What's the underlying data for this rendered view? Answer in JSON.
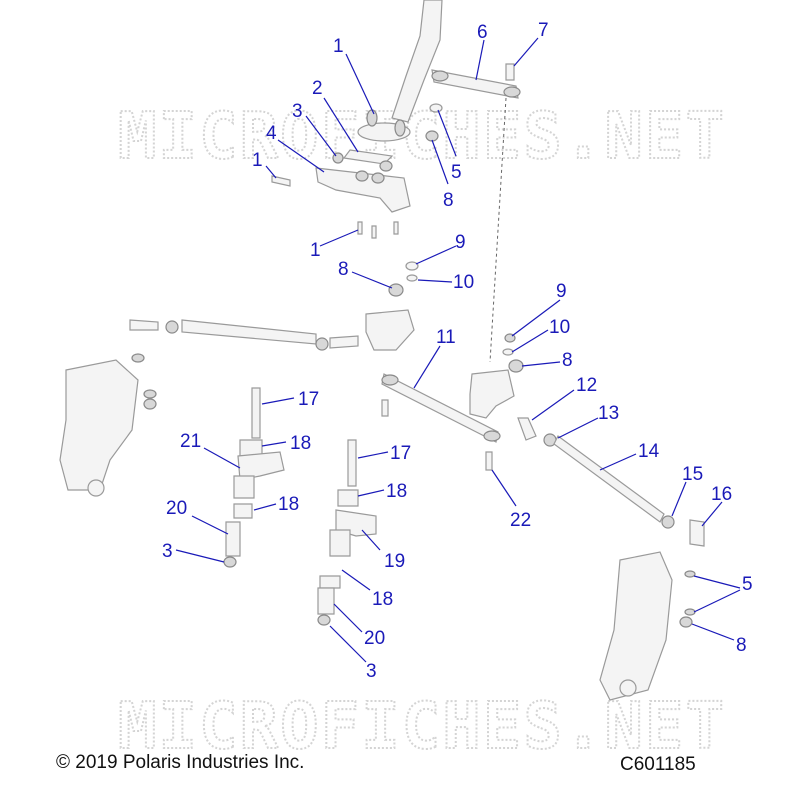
{
  "watermark": "MICROFICHES.NET",
  "footer": {
    "copyright": "© 2019 Polaris Industries Inc.",
    "diagram_code": "C601185"
  },
  "callouts": [
    {
      "id": "c1a",
      "label": "1"
    },
    {
      "id": "c2",
      "label": "2"
    },
    {
      "id": "c3a",
      "label": "3"
    },
    {
      "id": "c4",
      "label": "4"
    },
    {
      "id": "c1b",
      "label": "1"
    },
    {
      "id": "c1c",
      "label": "1"
    },
    {
      "id": "c6",
      "label": "6"
    },
    {
      "id": "c7",
      "label": "7"
    },
    {
      "id": "c5a",
      "label": "5"
    },
    {
      "id": "c8a",
      "label": "8"
    },
    {
      "id": "c9a",
      "label": "9"
    },
    {
      "id": "c8b",
      "label": "8"
    },
    {
      "id": "c10a",
      "label": "10"
    },
    {
      "id": "c9b",
      "label": "9"
    },
    {
      "id": "c10b",
      "label": "10"
    },
    {
      "id": "c8c",
      "label": "8"
    },
    {
      "id": "c11",
      "label": "11"
    },
    {
      "id": "c12",
      "label": "12"
    },
    {
      "id": "c13",
      "label": "13"
    },
    {
      "id": "c14",
      "label": "14"
    },
    {
      "id": "c15",
      "label": "15"
    },
    {
      "id": "c16",
      "label": "16"
    },
    {
      "id": "c5b",
      "label": "5"
    },
    {
      "id": "c8d",
      "label": "8"
    },
    {
      "id": "c17a",
      "label": "17"
    },
    {
      "id": "c18a",
      "label": "18"
    },
    {
      "id": "c21",
      "label": "21"
    },
    {
      "id": "c18b",
      "label": "18"
    },
    {
      "id": "c20a",
      "label": "20"
    },
    {
      "id": "c3b",
      "label": "3"
    },
    {
      "id": "c17b",
      "label": "17"
    },
    {
      "id": "c18c",
      "label": "18"
    },
    {
      "id": "c19",
      "label": "19"
    },
    {
      "id": "c18d",
      "label": "18"
    },
    {
      "id": "c20b",
      "label": "20"
    },
    {
      "id": "c3c",
      "label": "3"
    },
    {
      "id": "c22",
      "label": "22"
    }
  ]
}
